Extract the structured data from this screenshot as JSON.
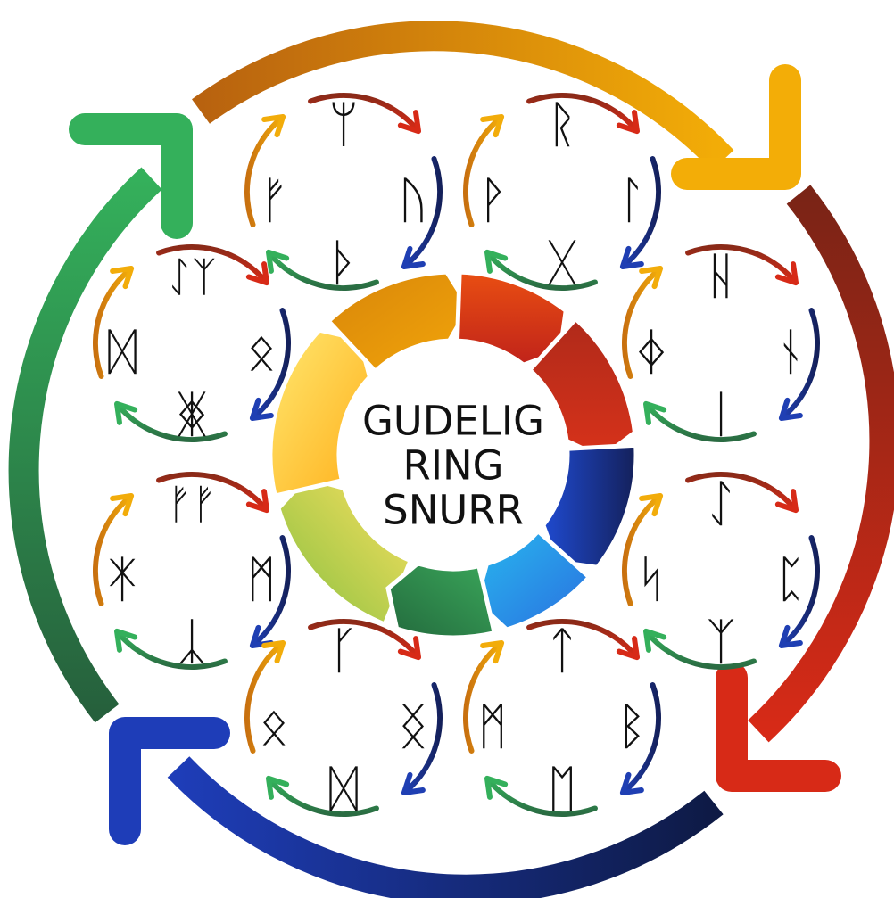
{
  "center": {
    "lines": [
      "GUDELIG",
      "RING",
      "SNURR"
    ]
  },
  "colors": {
    "green": "#2e9e55",
    "green_dark": "#2a6b42",
    "orange": "#e08a10",
    "orange_light": "#f2ac0a",
    "red": "#cf2a1a",
    "red_dark": "#8a2a18",
    "blue": "#1f3fb3",
    "navy": "#14205a",
    "yellow": "#ffd24a",
    "sky": "#2aa8e8"
  },
  "rings": [
    {
      "name": "ring-top-left",
      "runes": [
        "ᛘ",
        "ᚠ",
        "ᚢ",
        "ᚦ"
      ]
    },
    {
      "name": "ring-top-right",
      "runes": [
        "ᚱ",
        "ᚹ",
        "ᛚ",
        "ᚷ"
      ]
    },
    {
      "name": "ring-left-upper",
      "runes": [
        "ᛇᛉ",
        "ᛞ",
        "ᛟ",
        "ᛤ"
      ]
    },
    {
      "name": "ring-right-upper",
      "runes": [
        "ᚺ",
        "ᛄ",
        "ᚾ",
        "ᛁ"
      ]
    },
    {
      "name": "ring-left-lower",
      "runes": [
        "ᚠᚠ",
        "ᛡ",
        "ᛗ",
        "ᛣ"
      ]
    },
    {
      "name": "ring-right-lower",
      "runes": [
        "ᛇ",
        "ᛋ",
        "ᛈ",
        "ᛉ"
      ]
    },
    {
      "name": "ring-bottom-left",
      "runes": [
        "ᚴ",
        "ᛟ",
        "ᛝ",
        "ᛞ"
      ]
    },
    {
      "name": "ring-bottom-right",
      "runes": [
        "ᛏ",
        "ᛗ",
        "ᛒ",
        "ᛖ"
      ]
    }
  ]
}
